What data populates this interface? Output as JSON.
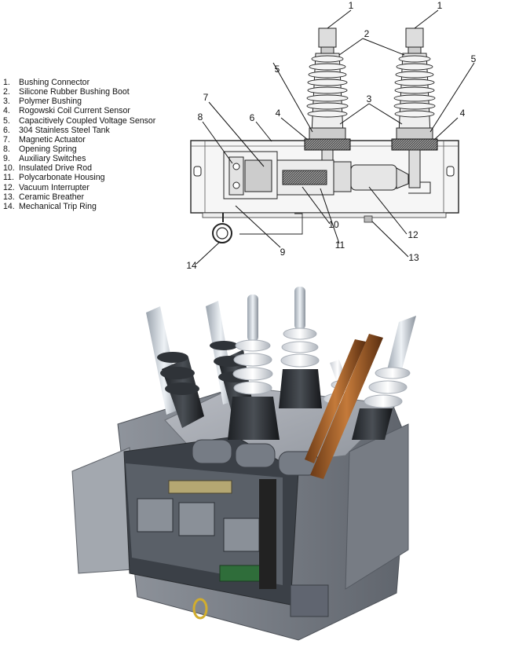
{
  "legend": [
    {
      "num": "1.",
      "text": "Bushing Connector"
    },
    {
      "num": "2.",
      "text": "Silicone Rubber Bushing Boot"
    },
    {
      "num": "3.",
      "text": "Polymer Bushing"
    },
    {
      "num": "4.",
      "text": "Rogowski Coil Current Sensor"
    },
    {
      "num": "5.",
      "text": "Capacitively Coupled Voltage Sensor"
    },
    {
      "num": "6.",
      "text": "304 Stainless Steel Tank"
    },
    {
      "num": "7.",
      "text": "Magnetic Actuator"
    },
    {
      "num": "8.",
      "text": "Opening Spring"
    },
    {
      "num": "9.",
      "text": "Auxiliary Switches"
    },
    {
      "num": "10.",
      "text": "Insulated Drive Rod"
    },
    {
      "num": "11.",
      "text": "Polycarbonate Housing"
    },
    {
      "num": "12.",
      "text": "Vacuum Interrupter"
    },
    {
      "num": "13.",
      "text": "Ceramic Breather"
    },
    {
      "num": "14.",
      "text": "Mechanical Trip Ring"
    }
  ],
  "callouts": {
    "c1a": "1",
    "c1b": "1",
    "c2": "2",
    "c3": "3",
    "c4a": "4",
    "c4b": "4",
    "c5a": "5",
    "c5b": "5",
    "c6": "6",
    "c7": "7",
    "c8": "8",
    "c9": "9",
    "c10": "10",
    "c11": "11",
    "c12": "12",
    "c13": "13",
    "c14": "14"
  }
}
